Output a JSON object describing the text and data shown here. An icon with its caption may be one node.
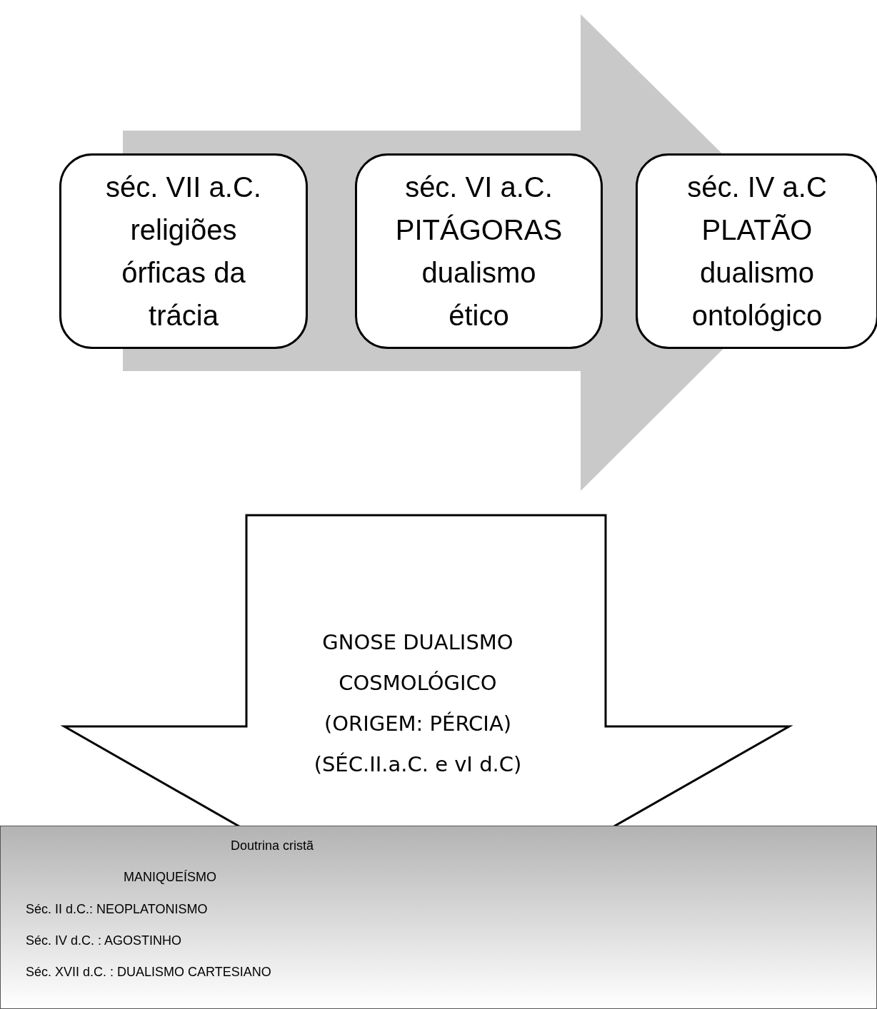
{
  "diagram": {
    "nodes": [
      {
        "text": [
          "séc. VII a.C. religiões órficas da trácia"
        ]
      },
      {
        "text": [
          "séc. VI a.C. PITÁGORAS dualismo ético"
        ]
      },
      {
        "text": [
          "séc. IV a.C PLATÃO dualismo ontológico"
        ]
      },
      {
        "text": [
          "GNOSE DUALISMO COSMOLÓGICO (ORIGEM: PÉRCIA) (SÉC.II.a.C. e vI d.C)"
        ]
      },
      {
        "text": [
          "Doutrina cristã",
          "MANIQUEÍSMO",
          "Séc. II d.C.: NEOPLATONISMO",
          "Séc. IV d.C. : AGOSTINHO",
          "Séc. XVII d.C. : DUALISMO CARTESIANO"
        ]
      }
    ],
    "edges": [
      {
        "from": 0,
        "to": 2,
        "arrow": "to"
      }
    ]
  }
}
